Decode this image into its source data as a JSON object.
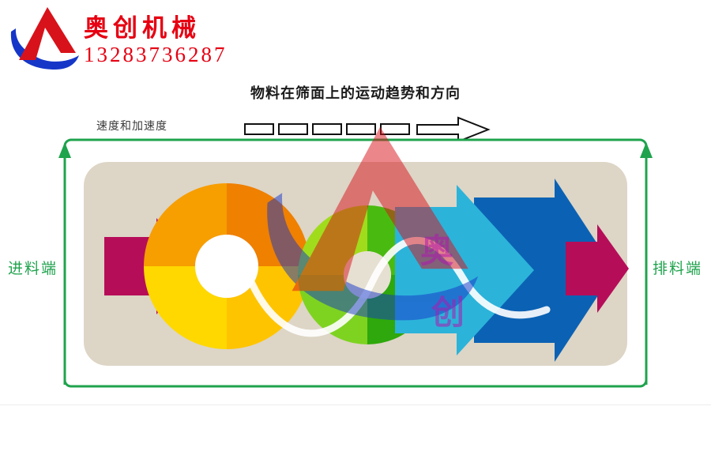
{
  "brand": {
    "name": "奥创机械",
    "phone": "13283736287"
  },
  "title": "物料在筛面上的运动趋势和方向",
  "labels": {
    "speed": "速度和加速度",
    "feed": "进料端",
    "discharge": "排料端"
  },
  "watermark": {
    "char1": "奥",
    "char2": "创"
  },
  "colors": {
    "brand_red": "#e60012",
    "logo_red": "#d8121a",
    "logo_blue": "#1636c8",
    "screen_green": "#1fa34d",
    "surface_beige": "#ddd5c6",
    "arrow_magenta": "#b60d59",
    "swirl_orange": "#f59b00",
    "swirl_yellow": "#ffd400",
    "swirl_green": "#3db310",
    "arrow_cyan": "#2cb3da",
    "arrow_blue": "#0b62b4",
    "watermark_purple": "#b018b0",
    "dash_outline": "#111111"
  }
}
